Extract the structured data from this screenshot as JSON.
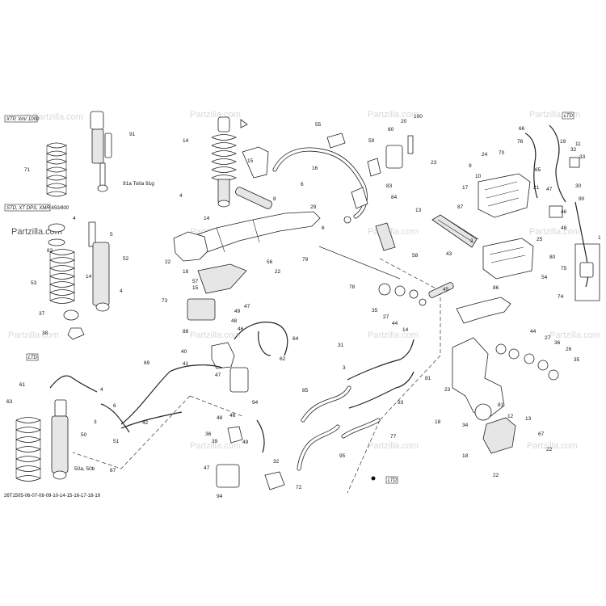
{
  "watermark": {
    "symbol": "©",
    "text": "Partzilla.com",
    "accent_text": "Partzilla.com"
  },
  "diagram_code": "26T1505-06-07-08-09-10-14-15-16-17-18-19",
  "boxes": {
    "xtp": "XTP, Xmr 1000",
    "std": "STD, XT DPS, XMR 650/800",
    "ltd_left": "LTD",
    "ltd_right": "LTD",
    "ltd_bottom": "LTD"
  },
  "callouts": [
    {
      "id": "c91",
      "text": "91"
    },
    {
      "id": "c71",
      "text": "71"
    },
    {
      "id": "c14a",
      "text": "14"
    },
    {
      "id": "c4a",
      "text": "4"
    },
    {
      "id": "c91a",
      "text": "91a Tol/a 91g"
    },
    {
      "id": "c15",
      "text": "15"
    },
    {
      "id": "c14b",
      "text": "14"
    },
    {
      "id": "c8",
      "text": "8"
    },
    {
      "id": "c82a",
      "text": "82"
    },
    {
      "id": "c4b",
      "text": "4"
    },
    {
      "id": "c5",
      "text": "5"
    },
    {
      "id": "c52",
      "text": "52"
    },
    {
      "id": "c53",
      "text": "53"
    },
    {
      "id": "c14c",
      "text": "14"
    },
    {
      "id": "c37",
      "text": "37"
    },
    {
      "id": "c4c",
      "text": "4"
    },
    {
      "id": "c38",
      "text": "38"
    },
    {
      "id": "c61",
      "text": "61"
    },
    {
      "id": "c4d",
      "text": "4"
    },
    {
      "id": "c6",
      "text": "6"
    },
    {
      "id": "c3",
      "text": "3"
    },
    {
      "id": "c63",
      "text": "63"
    },
    {
      "id": "c50",
      "text": "50"
    },
    {
      "id": "c50ab",
      "text": "50a, 50b"
    },
    {
      "id": "c55",
      "text": "55"
    },
    {
      "id": "c60",
      "text": "60"
    },
    {
      "id": "c20",
      "text": "20"
    },
    {
      "id": "c100",
      "text": "100"
    },
    {
      "id": "c59",
      "text": "59"
    },
    {
      "id": "c16",
      "text": "16"
    },
    {
      "id": "c23a",
      "text": "23"
    },
    {
      "id": "c6b",
      "text": "6"
    },
    {
      "id": "c83",
      "text": "83"
    },
    {
      "id": "c84",
      "text": "84"
    },
    {
      "id": "c29",
      "text": "29"
    },
    {
      "id": "c13",
      "text": "13"
    },
    {
      "id": "c6c",
      "text": "6"
    },
    {
      "id": "c58",
      "text": "58"
    },
    {
      "id": "c79",
      "text": "79"
    },
    {
      "id": "c22a",
      "text": "22"
    },
    {
      "id": "c18a",
      "text": "18"
    },
    {
      "id": "c56",
      "text": "56"
    },
    {
      "id": "c22b",
      "text": "22"
    },
    {
      "id": "c57",
      "text": "57"
    },
    {
      "id": "c15b",
      "text": "15"
    },
    {
      "id": "c78",
      "text": "78"
    },
    {
      "id": "c35",
      "text": "35"
    },
    {
      "id": "c27a",
      "text": "27"
    },
    {
      "id": "c44a",
      "text": "44"
    },
    {
      "id": "c14d",
      "text": "14"
    },
    {
      "id": "c43",
      "text": "43"
    },
    {
      "id": "c73",
      "text": "73"
    },
    {
      "id": "c88",
      "text": "88"
    },
    {
      "id": "c40",
      "text": "40"
    },
    {
      "id": "c49a",
      "text": "49"
    },
    {
      "id": "c47a",
      "text": "47"
    },
    {
      "id": "c48a",
      "text": "48"
    },
    {
      "id": "c46a",
      "text": "46"
    },
    {
      "id": "c64",
      "text": "64"
    },
    {
      "id": "c41",
      "text": "41"
    },
    {
      "id": "c62",
      "text": "62"
    },
    {
      "id": "c69",
      "text": "69"
    },
    {
      "id": "c47b",
      "text": "47"
    },
    {
      "id": "c94a",
      "text": "94"
    },
    {
      "id": "c42",
      "text": "42"
    },
    {
      "id": "c67a",
      "text": "67"
    },
    {
      "id": "c51",
      "text": "51"
    },
    {
      "id": "c3b",
      "text": "3"
    },
    {
      "id": "c31",
      "text": "31"
    },
    {
      "id": "c85",
      "text": "85"
    },
    {
      "id": "c93",
      "text": "93"
    },
    {
      "id": "c77",
      "text": "77"
    },
    {
      "id": "c95",
      "text": "95"
    },
    {
      "id": "c48b",
      "text": "48"
    },
    {
      "id": "c46b",
      "text": "46"
    },
    {
      "id": "c36",
      "text": "36"
    },
    {
      "id": "c39",
      "text": "39"
    },
    {
      "id": "c49b",
      "text": "49"
    },
    {
      "id": "c47c",
      "text": "47"
    },
    {
      "id": "c32",
      "text": "32"
    },
    {
      "id": "c94b",
      "text": "94"
    },
    {
      "id": "c72",
      "text": "72"
    },
    {
      "id": "c45",
      "text": "45"
    },
    {
      "id": "c86",
      "text": "86"
    },
    {
      "id": "c44b",
      "text": "44"
    },
    {
      "id": "c27b",
      "text": "27"
    },
    {
      "id": "c36b",
      "text": "36"
    },
    {
      "id": "c26",
      "text": "26"
    },
    {
      "id": "c35b",
      "text": "35"
    },
    {
      "id": "c81",
      "text": "81"
    },
    {
      "id": "c23b",
      "text": "23"
    },
    {
      "id": "c81b",
      "text": "81"
    },
    {
      "id": "c12",
      "text": "12"
    },
    {
      "id": "c18b",
      "text": "18"
    },
    {
      "id": "c34",
      "text": "34"
    },
    {
      "id": "c13b",
      "text": "13"
    },
    {
      "id": "c67b",
      "text": "67"
    },
    {
      "id": "c18c",
      "text": "18"
    },
    {
      "id": "c22c",
      "text": "22"
    },
    {
      "id": "c22d",
      "text": "22"
    },
    {
      "id": "c66",
      "text": "66"
    },
    {
      "id": "c76",
      "text": "76"
    },
    {
      "id": "c19",
      "text": "19"
    },
    {
      "id": "c11",
      "text": "11"
    },
    {
      "id": "c32b",
      "text": "32"
    },
    {
      "id": "c33",
      "text": "33"
    },
    {
      "id": "c24",
      "text": "24"
    },
    {
      "id": "c70",
      "text": "70"
    },
    {
      "id": "c9",
      "text": "9"
    },
    {
      "id": "c10",
      "text": "10"
    },
    {
      "id": "c17",
      "text": "17"
    },
    {
      "id": "c65",
      "text": "65"
    },
    {
      "id": "c21",
      "text": "21"
    },
    {
      "id": "c47d",
      "text": "47"
    },
    {
      "id": "c30",
      "text": "30"
    },
    {
      "id": "c90",
      "text": "90"
    },
    {
      "id": "c46c",
      "text": "46"
    },
    {
      "id": "c48c",
      "text": "48"
    },
    {
      "id": "c87",
      "text": "87"
    },
    {
      "id": "c25",
      "text": "25"
    },
    {
      "id": "c2",
      "text": "2"
    },
    {
      "id": "c54",
      "text": "54"
    },
    {
      "id": "c80",
      "text": "80"
    },
    {
      "id": "c75",
      "text": "75"
    },
    {
      "id": "c74",
      "text": "74"
    },
    {
      "id": "c1",
      "text": "1"
    }
  ]
}
